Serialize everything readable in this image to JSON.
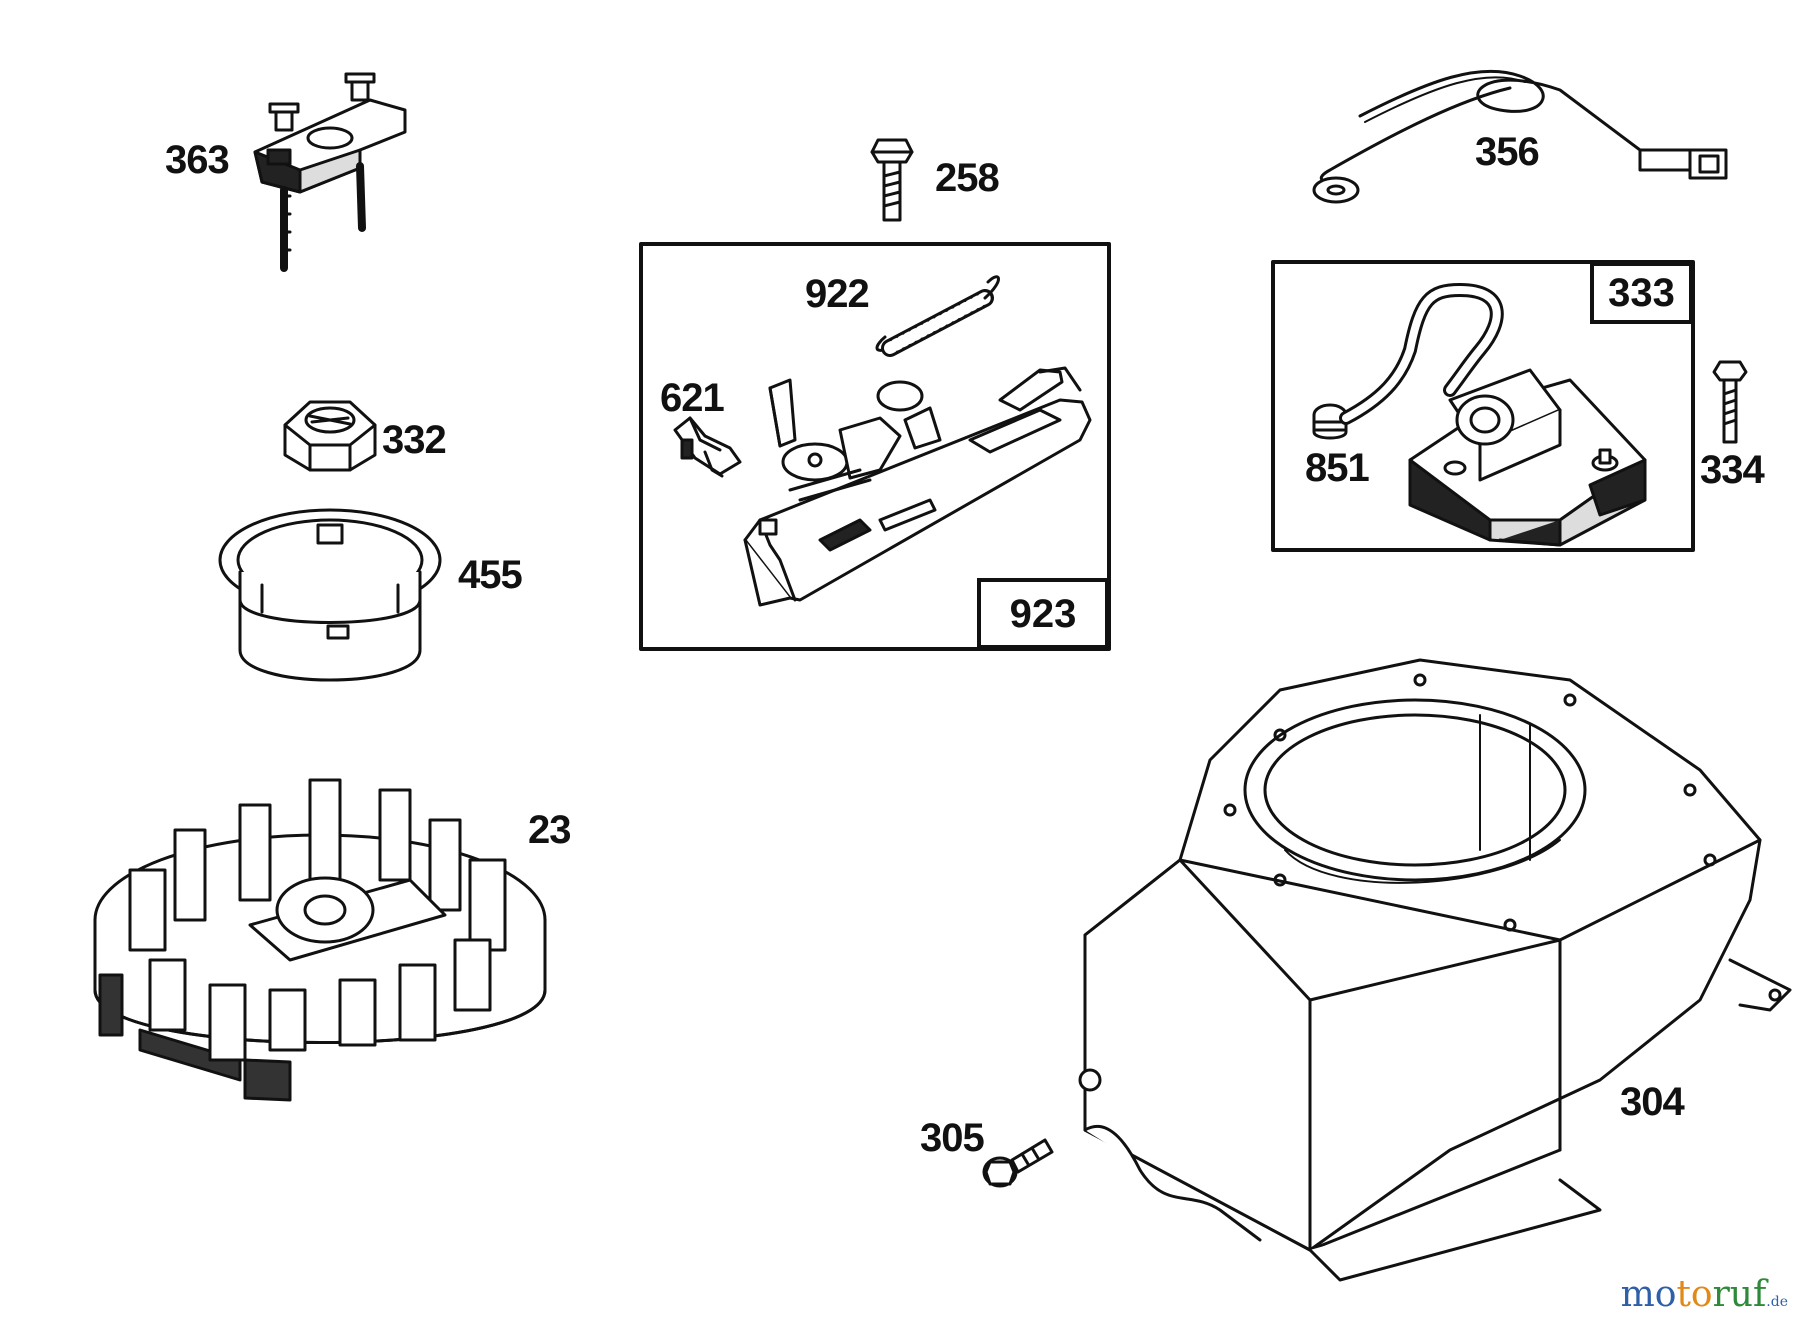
{
  "diagram": {
    "type": "exploded-parts-diagram",
    "stroke_color": "#111111",
    "part_numbers": {
      "p363": "363",
      "p258": "258",
      "p356": "356",
      "p922": "922",
      "p621": "621",
      "p923": "923",
      "p333": "333",
      "p332": "332",
      "p851": "851",
      "p334": "334",
      "p455": "455",
      "p23": "23",
      "p304": "304",
      "p305": "305"
    },
    "parts": [
      {
        "number": "363",
        "icon": "bracket-with-bolts-icon"
      },
      {
        "number": "258",
        "icon": "bolt-icon"
      },
      {
        "number": "356",
        "icon": "ground-wire-icon"
      },
      {
        "number": "922",
        "icon": "spring-icon"
      },
      {
        "number": "621",
        "icon": "clip-icon"
      },
      {
        "number": "923",
        "icon": "governor-control-plate-icon"
      },
      {
        "number": "333",
        "icon": "ignition-armature-icon"
      },
      {
        "number": "332",
        "icon": "hex-nut-icon"
      },
      {
        "number": "851",
        "icon": "spark-plug-terminal-icon"
      },
      {
        "number": "334",
        "icon": "screw-icon"
      },
      {
        "number": "455",
        "icon": "starter-cup-icon"
      },
      {
        "number": "23",
        "icon": "flywheel-icon"
      },
      {
        "number": "304",
        "icon": "blower-housing-icon"
      },
      {
        "number": "305",
        "icon": "screw-icon"
      }
    ]
  },
  "watermark": {
    "part_a": "mo",
    "part_b": "to",
    "part_c": "ruf",
    "tld": ".de"
  }
}
